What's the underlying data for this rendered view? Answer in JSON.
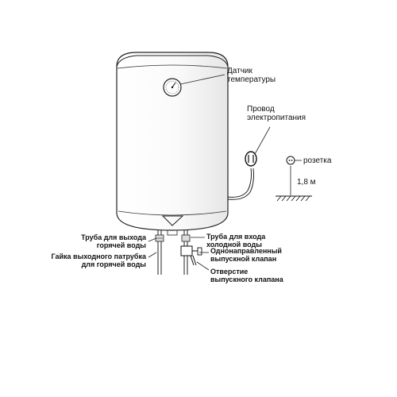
{
  "labels": {
    "temp_sensor": [
      "Датчик",
      "температуры"
    ],
    "power_cord": [
      "Провод",
      "электропитания"
    ],
    "socket": "розетка",
    "height": "1,8 м",
    "hot_pipe": [
      "Труба для выхода",
      "горячей воды"
    ],
    "hot_nut": [
      "Гайка выходного патрубка",
      "для горячей воды"
    ],
    "cold_pipe": [
      "Труба для входа",
      "холодной воды"
    ],
    "check_valve": [
      "Однонаправленный",
      "выпускной клапан"
    ],
    "valve_hole": [
      "Отверстие",
      "выпускного клапана"
    ]
  }
}
